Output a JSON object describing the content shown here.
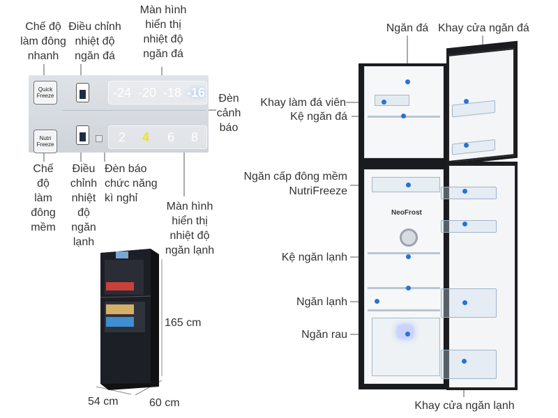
{
  "control_labels": {
    "quick_freeze_mode": "Chế độ\nlàm đông\nnhanh",
    "freezer_adjust": "Điều chỉnh\nnhiệt độ\nngăn đá",
    "freezer_display": "Màn hình\nhiển thị\nnhiệt độ\nngăn đá",
    "warning_light": "Đèn\ncảnh\nbáo",
    "nutri_freeze_mode": "Chế\nđộ\nlàm\nđông\nmềm",
    "fridge_adjust": "Điều\nchỉnh\nnhiệt\nđộ\nngăn\nlạnh",
    "holiday_light": "Đèn báo\nchức năng\nkì nghỉ",
    "fridge_display": "Màn hình\nhiển thị\nnhiệt độ\nngăn lạnh"
  },
  "panel": {
    "quick_freeze_button": "Quick\nFreeze",
    "nutri_freeze_button": "Nutri\nFreeze",
    "freezer_temps": [
      "-24",
      "-20",
      "-18",
      "-16"
    ],
    "freezer_selected": "-16",
    "fridge_temps": [
      "2",
      "4",
      "6",
      "8"
    ],
    "fridge_selected": "4"
  },
  "dimensions": {
    "height": "165 cm",
    "width": "54 cm",
    "depth": "60 cm"
  },
  "fridge_labels": {
    "freezer_compartment": "Ngăn đá",
    "freezer_door_tray": "Khay cửa ngăn đá",
    "ice_tray": "Khay làm đá viên",
    "freezer_shelf": "Kệ ngăn đá",
    "nutrifreeze_compartment": "Ngăn cấp đông mềm\nNutriFreeze",
    "fridge_shelf": "Kệ ngăn lạnh",
    "fridge_compartment": "Ngăn lạnh",
    "vegetable_drawer": "Ngăn rau",
    "fridge_door_tray": "Khay cửa ngăn lạnh"
  },
  "product_branding": {
    "neofrost": "NeoFrost"
  },
  "colors": {
    "accent_dot": "#2872d6",
    "fridge_body": "#1a1b1f",
    "display_highlight": "#f2e02a"
  }
}
